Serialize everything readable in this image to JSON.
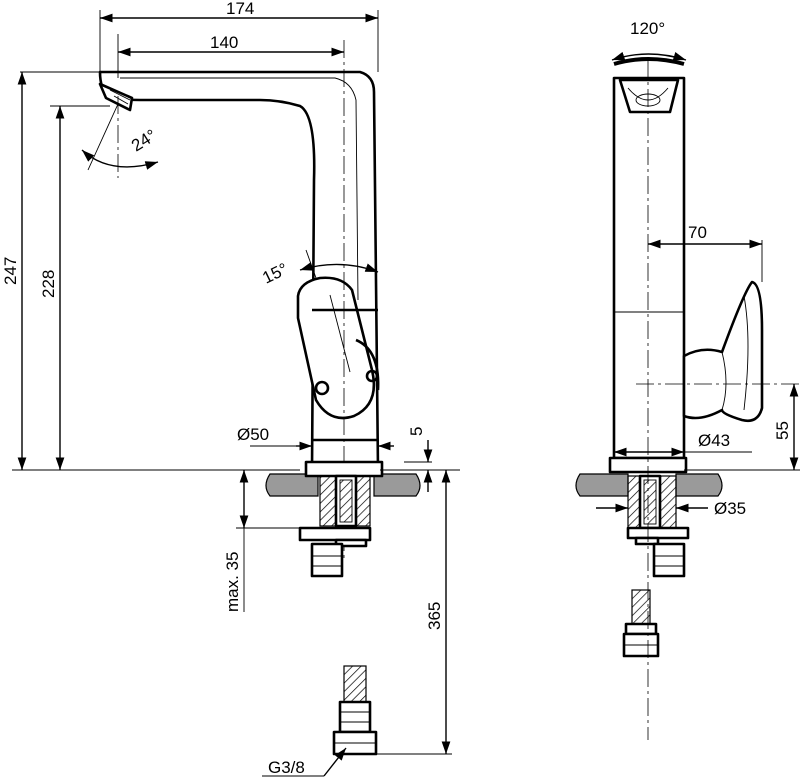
{
  "dimensions": {
    "total_reach": "174",
    "spout_reach": "140",
    "total_height": "247",
    "spout_height": "228",
    "aerator_angle": "24°",
    "lever_angle": "15°",
    "body_diameter": "Ø50",
    "base_plate": "5",
    "max_thickness": "max. 35",
    "hose_length": "365",
    "connection": "G3/8",
    "rotation": "120°",
    "lever_projection": "70",
    "lever_height": "55",
    "side_base_diameter": "Ø43",
    "hole_diameter": "Ø35"
  }
}
